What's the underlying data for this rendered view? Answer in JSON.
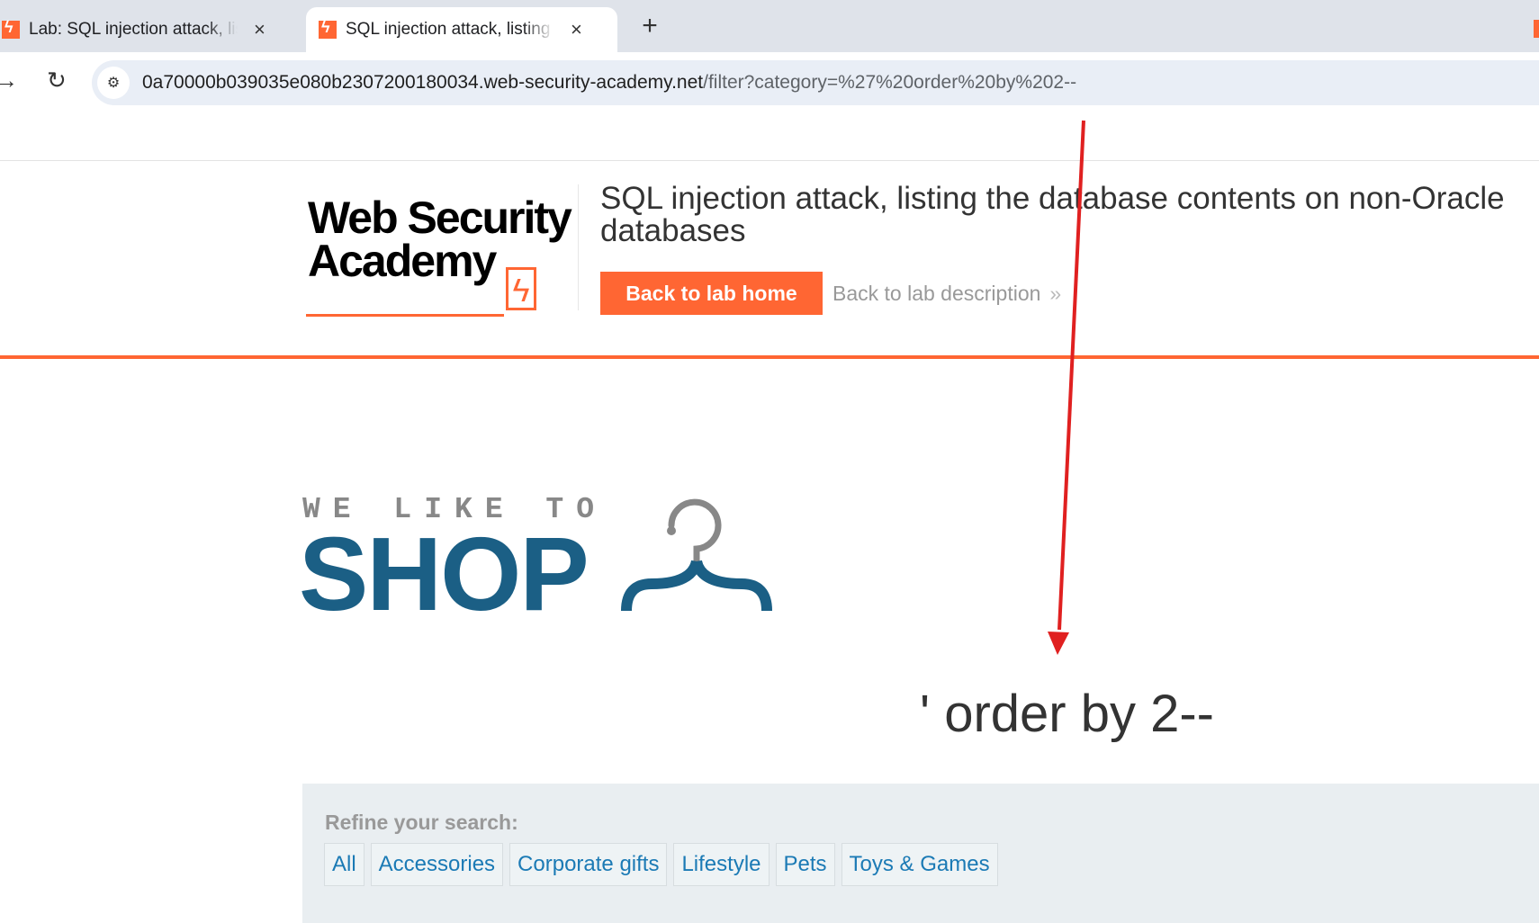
{
  "browser": {
    "tabs": [
      {
        "title": "Lab: SQL injection attack, listing the database contents on non-Oracle databases",
        "close": "×"
      },
      {
        "title": "SQL injection attack, listing the database contents on non-Oracle databases",
        "close": "×"
      }
    ],
    "new_tab": "+",
    "url_host": "0a70000b039035e080b2307200180034.web-security-academy.net",
    "url_path": "/filter?category=%27%20order%20by%202--",
    "icons": [
      "favicon-bolt-icon",
      "close-icon",
      "plus-icon",
      "back-arrow-icon",
      "reload-icon",
      "site-settings-icon"
    ]
  },
  "academy": {
    "logo_line1": "Web Security",
    "logo_line2": "Academy",
    "lab_title": "SQL injection attack, listing the database contents on non-Oracle databases",
    "back_home": "Back to lab home",
    "back_description": "Back to lab description",
    "brand_color": "#ff6633"
  },
  "shop": {
    "tagline": "WE LIKE TO",
    "name": "SHOP",
    "heading": "' order by 2--",
    "refine_label": "Refine your search:",
    "categories": [
      "All",
      "Accessories",
      "Corporate gifts",
      "Lifestyle",
      "Pets",
      "Toys & Games"
    ],
    "brand_color": "#1b5f85"
  },
  "annotation": {
    "color": "#e02020"
  }
}
